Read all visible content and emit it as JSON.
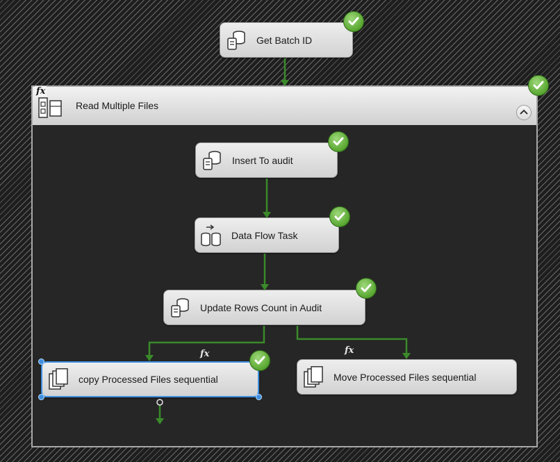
{
  "tasks": {
    "get_batch_id": "Get Batch ID",
    "insert_to_audit": "Insert To audit",
    "data_flow_task": "Data Flow Task",
    "update_rows_count": "Update Rows Count in Audit",
    "copy_processed": "copy Processed Files sequential",
    "move_processed": "Move Processed Files sequential"
  },
  "container": {
    "title": "Read Multiple Files"
  },
  "expression_marker": "fx",
  "status": {
    "success_icon": "green-check-icon",
    "success_color": "#58a630",
    "connector_color": "#3a8a2a",
    "selection_color": "#3f8fe0"
  },
  "icons": {
    "execute_sql": "database-script-icon",
    "data_flow": "data-flow-icon",
    "file_system": "file-copy-icon",
    "foreach_loop": "foreach-container-icon",
    "collapse": "chevron-up-icon"
  }
}
